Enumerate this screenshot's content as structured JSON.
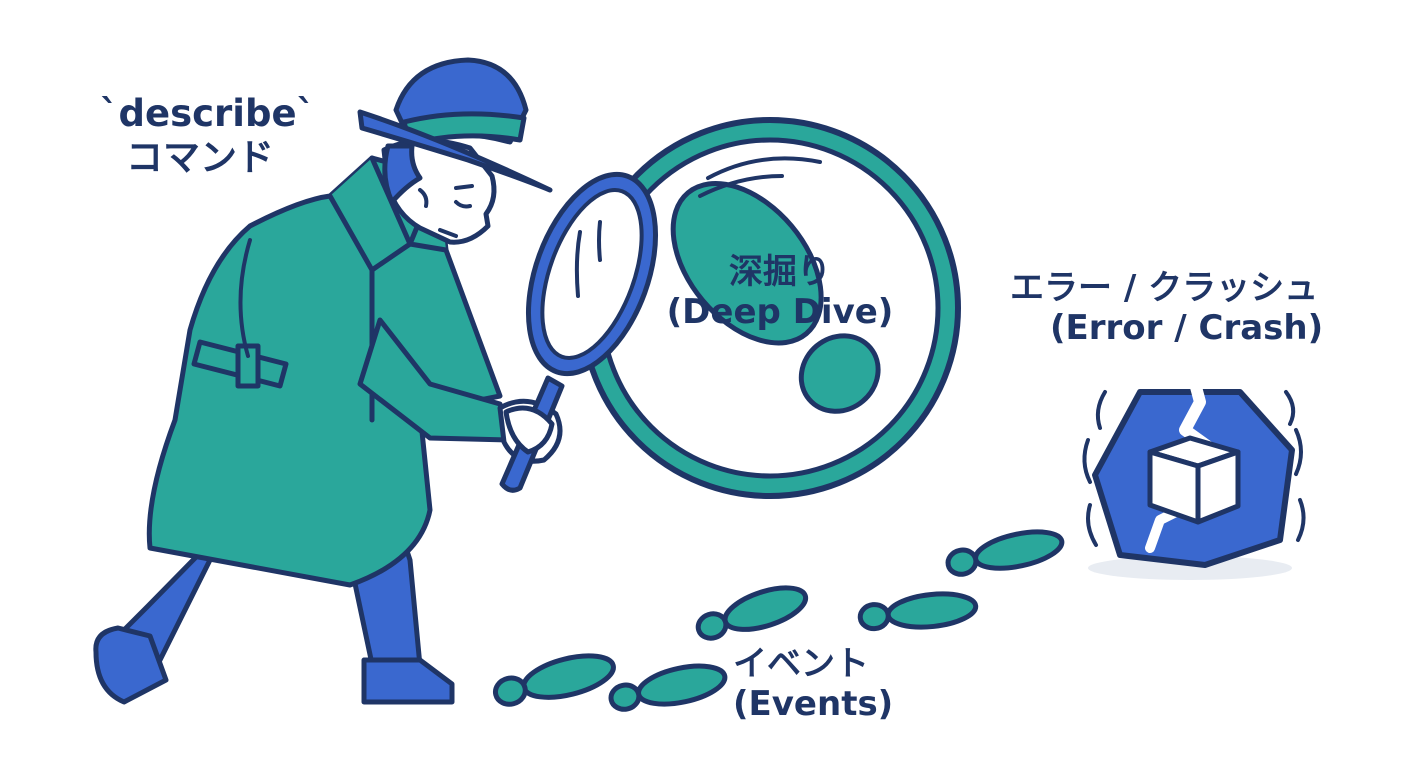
{
  "colors": {
    "outline": "#1f3566",
    "teal": "#2aa79b",
    "blue": "#3a68cf",
    "skin": "#ffffff",
    "shadow": "#e8ecf2"
  },
  "labels": {
    "describe": {
      "line1": "`describe`",
      "line2": "コマンド"
    },
    "deep_dive": {
      "line1": "深掘り",
      "line2": "(Deep Dive)"
    },
    "error": {
      "line1": "エラー / クラッシュ",
      "line2": "(Error / Crash)"
    },
    "events": {
      "line1": "イベント",
      "line2": "(Events)"
    }
  },
  "icons": {
    "detective": "detective-icon",
    "magnifier": "magnifying-glass-icon",
    "footprint_in_lens": "footprint-icon",
    "footprints_trail": "footprints-trail",
    "crash": "broken-helm-wheel-icon",
    "cube": "cube-icon"
  }
}
